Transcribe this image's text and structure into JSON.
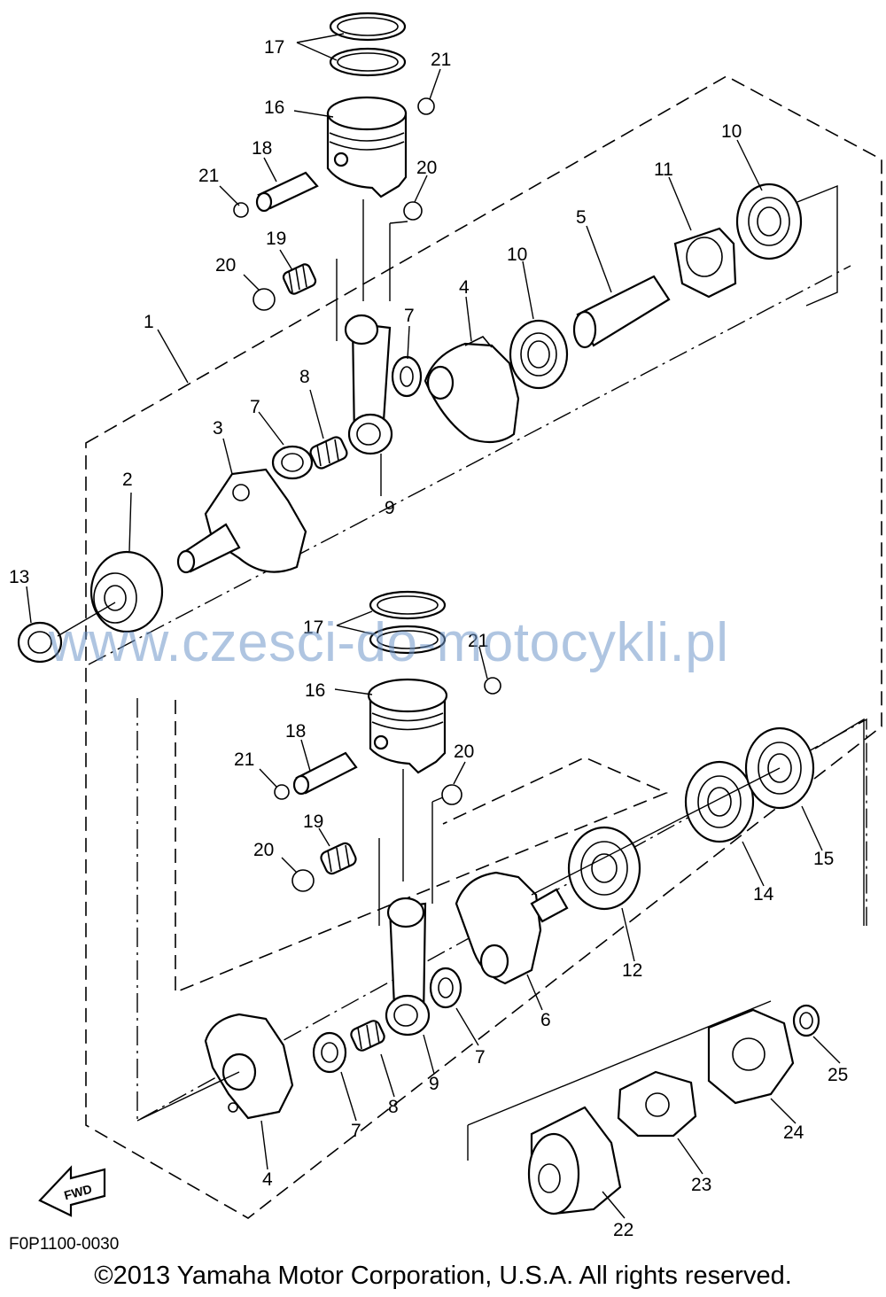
{
  "diagram": {
    "code": "F0P1100-0030",
    "copyright": "©2013 Yamaha Motor Corporation, U.S.A. All rights reserved.",
    "watermark": "www.czesci-do-motocykli.pl",
    "fwd_label": "FWD",
    "callouts": [
      {
        "id": "c17a",
        "text": "17"
      },
      {
        "id": "c21a",
        "text": "21"
      },
      {
        "id": "c16a",
        "text": "16"
      },
      {
        "id": "c18a",
        "text": "18"
      },
      {
        "id": "c21b",
        "text": "21"
      },
      {
        "id": "c20a",
        "text": "20"
      },
      {
        "id": "c20b",
        "text": "20"
      },
      {
        "id": "c19a",
        "text": "19"
      },
      {
        "id": "c10a",
        "text": "10"
      },
      {
        "id": "c11",
        "text": "11"
      },
      {
        "id": "c5",
        "text": "5"
      },
      {
        "id": "c10b",
        "text": "10"
      },
      {
        "id": "c4a",
        "text": "4"
      },
      {
        "id": "c7a",
        "text": "7"
      },
      {
        "id": "c1",
        "text": "1"
      },
      {
        "id": "c8a",
        "text": "8"
      },
      {
        "id": "c7b",
        "text": "7"
      },
      {
        "id": "c3",
        "text": "3"
      },
      {
        "id": "c9a",
        "text": "9"
      },
      {
        "id": "c2",
        "text": "2"
      },
      {
        "id": "c13",
        "text": "13"
      },
      {
        "id": "c17b",
        "text": "17"
      },
      {
        "id": "c21c",
        "text": "21"
      },
      {
        "id": "c16b",
        "text": "16"
      },
      {
        "id": "c18b",
        "text": "18"
      },
      {
        "id": "c21d",
        "text": "21"
      },
      {
        "id": "c20c",
        "text": "20"
      },
      {
        "id": "c19b",
        "text": "19"
      },
      {
        "id": "c20d",
        "text": "20"
      },
      {
        "id": "c15",
        "text": "15"
      },
      {
        "id": "c14",
        "text": "14"
      },
      {
        "id": "c12",
        "text": "12"
      },
      {
        "id": "c6",
        "text": "6"
      },
      {
        "id": "c7c",
        "text": "7"
      },
      {
        "id": "c9b",
        "text": "9"
      },
      {
        "id": "c25",
        "text": "25"
      },
      {
        "id": "c24",
        "text": "24"
      },
      {
        "id": "c8b",
        "text": "8"
      },
      {
        "id": "c7d",
        "text": "7"
      },
      {
        "id": "c4b",
        "text": "4"
      },
      {
        "id": "c23",
        "text": "23"
      },
      {
        "id": "c22",
        "text": "22"
      }
    ]
  }
}
